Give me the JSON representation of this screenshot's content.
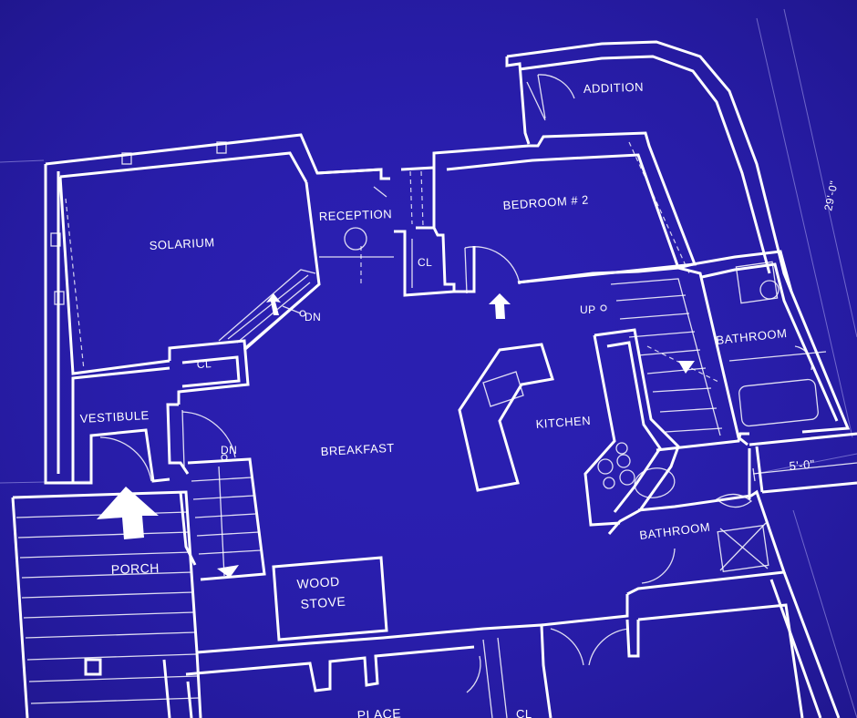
{
  "colors": {
    "background": "#2a1fb0",
    "lines": "#ffffff"
  },
  "rooms": {
    "addition": "ADDITION",
    "solarium": "SOLARIUM",
    "reception": "RECEPTION",
    "bedroom": "BEDROOM # 2",
    "closet_top": "CL",
    "closet_mid": "CL",
    "closet_bottom": "CL",
    "vestibule": "VESTIBULE",
    "breakfast": "BREAKFAST",
    "kitchen": "KITCHEN",
    "bathroom_right": "BATHROOM",
    "bathroom_bottom": "BATHROOM",
    "porch": "PORCH",
    "wood_stove_line1": "WOOD",
    "wood_stove_line2": "STOVE",
    "fireplace_partial": "PLACE"
  },
  "stair_labels": {
    "dn_upper": "DN",
    "dn_lower": "DN",
    "up": "UP"
  },
  "dimensions": {
    "right_vertical": "29'-0\"",
    "right_horizontal": "5'-0\""
  },
  "icons": [
    "entry-arrow-icon",
    "direction-arrow-icon",
    "stair-arrow-icon",
    "door-swing-icon"
  ]
}
